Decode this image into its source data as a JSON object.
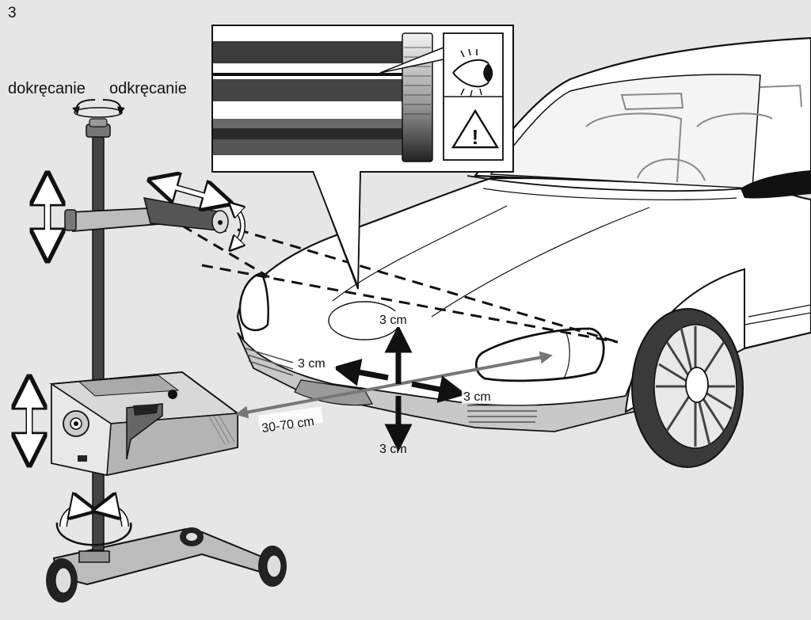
{
  "figure_number": "3",
  "rotation_labels": {
    "tighten": "dokręcanie",
    "loosen": "odkręcanie"
  },
  "measurements": {
    "up": "3 cm",
    "left": "3 cm",
    "right": "3 cm",
    "down": "3 cm",
    "distance": "30-70 cm"
  },
  "inset_icons": [
    "eye-icon",
    "warning-triangle-icon"
  ],
  "colors": {
    "background": "#e6e6e6",
    "line": "#111111",
    "car_body": "#ffffff",
    "device_gray": "#bdbdbd"
  }
}
